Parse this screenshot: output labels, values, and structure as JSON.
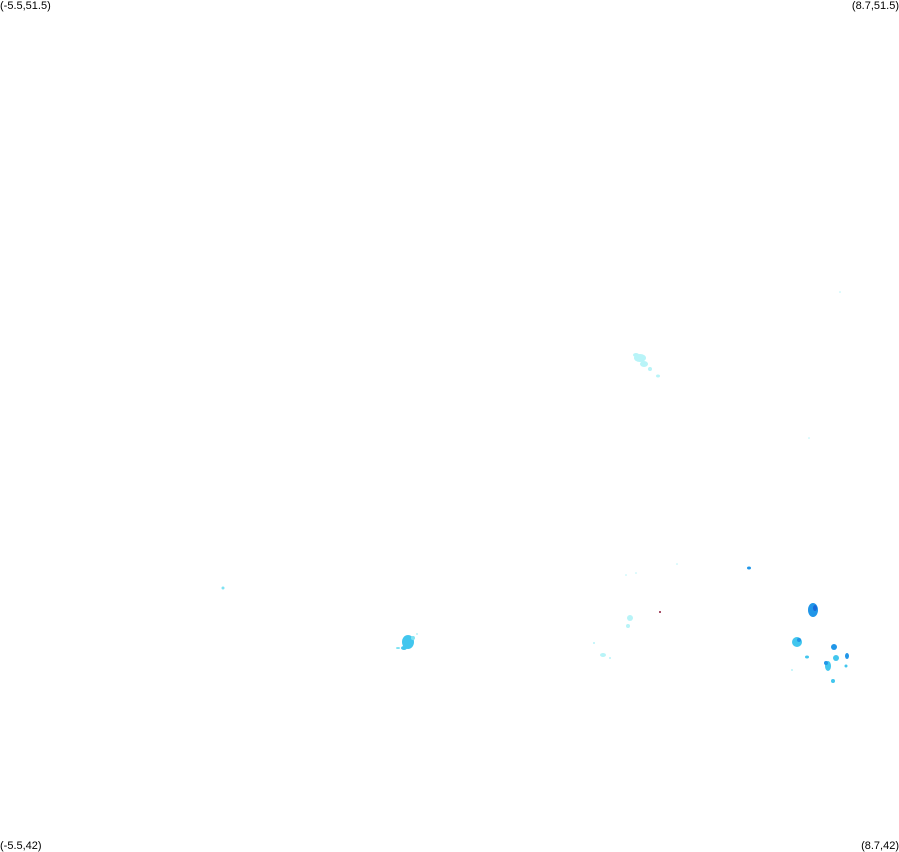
{
  "corners": {
    "top_left": "(-5.5,51.5)",
    "top_right": "(8.7,51.5)",
    "bottom_left": "(-5.5,42)",
    "bottom_right": "(8.7,42)"
  },
  "bounds": {
    "lon_min": -5.5,
    "lon_max": 8.7,
    "lat_min": 42,
    "lat_max": 51.5
  },
  "colors": {
    "very_light": "#b8f4f8",
    "light": "#7fe2f2",
    "medium": "#42c6ee",
    "strong": "#2196e8",
    "heavy": "#1868d8",
    "dot": "#8b1a3a"
  }
}
